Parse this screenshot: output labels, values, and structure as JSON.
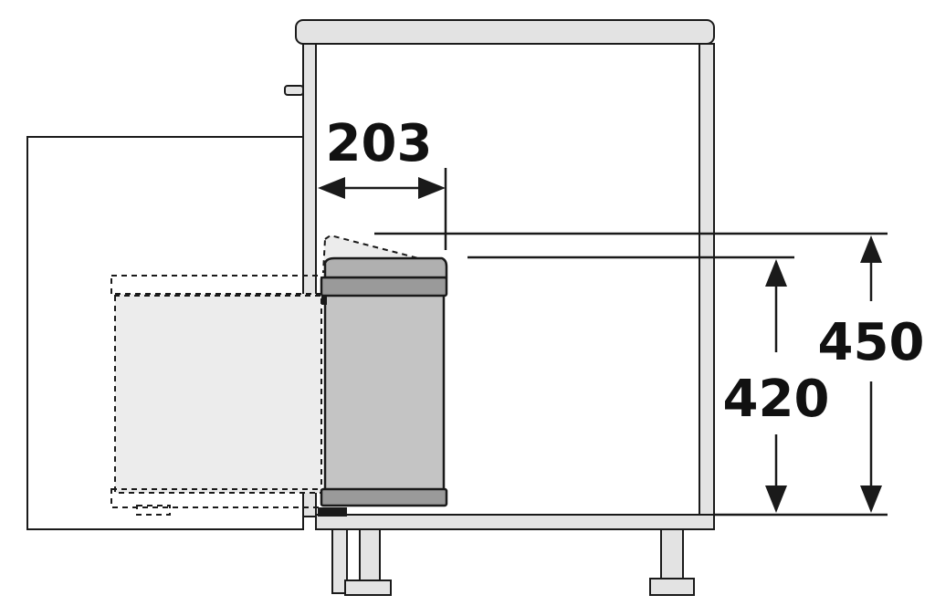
{
  "dimensions": {
    "width_label": "203",
    "inner_height_label": "420",
    "outer_height_label": "450"
  },
  "colors": {
    "line": "#1a1a1a",
    "cabinet_fill": "#ffffff",
    "countertop_fill": "#e3e3e3",
    "bin_body": "#c4c4c4",
    "bin_band": "#9a9a9a",
    "bin_lid": "#b0b0b0",
    "ghost_fill": "#ececec"
  }
}
